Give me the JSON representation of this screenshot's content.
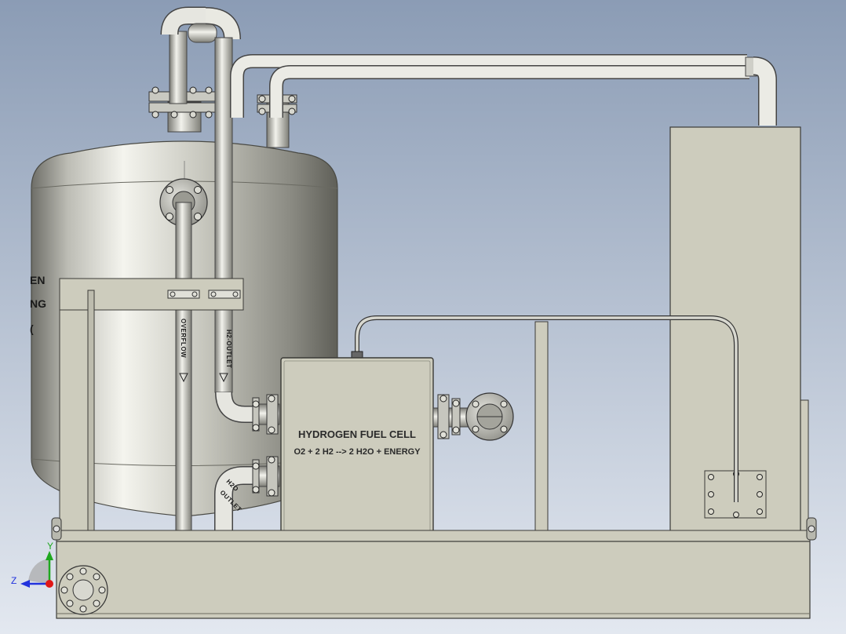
{
  "labels": {
    "fuel_cell_title": "HYDROGEN FUEL CELL",
    "fuel_cell_equation": "O2 + 2 H2 --> 2 H2O + ENERGY",
    "overflow_pipe": "OVERFLOW",
    "h2_outlet_pipe": "H2-OUTLET",
    "h2o_outlet_line1": "H2O",
    "h2o_outlet_line2": "OUTLET",
    "tank_text_line1": "EN",
    "tank_text_line2": "NG",
    "tank_text_line3": "("
  },
  "triad": {
    "y_axis": "Y",
    "z_axis": "Z",
    "y_color": "#1fa81f",
    "z_color": "#2233dd",
    "origin_color": "#e01818"
  },
  "colors": {
    "background_top": "#8a9bb4",
    "background_bottom": "#dfe5ee",
    "frame": "#cdccbd",
    "frame_stroke": "#3a3a36",
    "steel": "#b8b8b4"
  }
}
